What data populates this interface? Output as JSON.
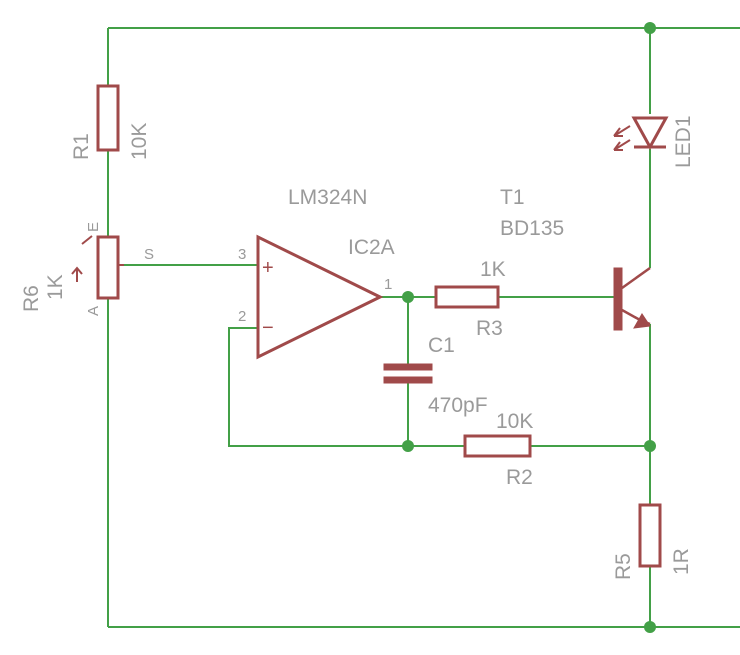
{
  "colors": {
    "wire": "#43a047",
    "component": "#a04a4a",
    "label": "#9a9a9a",
    "background": "#ffffff"
  },
  "components": {
    "r1": {
      "name": "R1",
      "value": "10K"
    },
    "r6": {
      "name": "R6",
      "value": "1K",
      "pin_e": "E",
      "pin_s": "S",
      "pin_a": "A"
    },
    "ic": {
      "part": "LM324N",
      "name": "IC2A",
      "pin_noninv": "3",
      "pin_inv": "2",
      "pin_out": "1",
      "plus_sign": "+",
      "minus_sign": "−"
    },
    "c1": {
      "name": "C1",
      "value": "470pF"
    },
    "r3": {
      "name": "R3",
      "value": "1K"
    },
    "r2": {
      "name": "R2",
      "value": "10K"
    },
    "t1": {
      "name": "T1",
      "part": "BD135"
    },
    "led1": {
      "name": "LED1"
    },
    "r5": {
      "name": "R5",
      "value": "1R"
    }
  }
}
